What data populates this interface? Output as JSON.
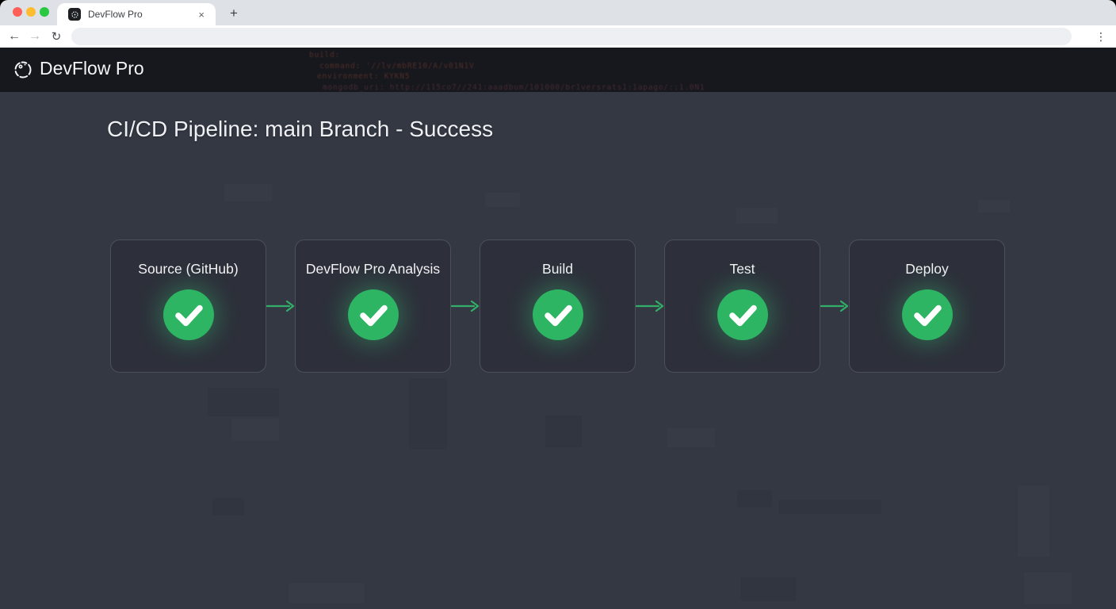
{
  "browser": {
    "tab_title": "DevFlow Pro",
    "close_tab_glyph": "×",
    "new_tab_glyph": "+",
    "back_glyph": "←",
    "forward_glyph": "→",
    "reload_glyph": "↻",
    "menu_glyph": "⋮",
    "address_value": ""
  },
  "header": {
    "app_name": "DevFlow Pro",
    "ghost_lines": [
      "build:",
      "command: '//lv/mbRE10/A/v01N1V",
      "environment: KYKN5",
      "mongodb_uri: http://115co7//241:aaadbum/101000/br1versrats1:1apago/::1.0N1"
    ]
  },
  "main": {
    "title": "CI/CD Pipeline: main Branch - Success",
    "stages": [
      {
        "label": "Source (GitHub)",
        "status": "success"
      },
      {
        "label": "DevFlow Pro Analysis",
        "status": "success"
      },
      {
        "label": "Build",
        "status": "success"
      },
      {
        "label": "Test",
        "status": "success"
      },
      {
        "label": "Deploy",
        "status": "success"
      }
    ]
  },
  "colors": {
    "success_green": "#2db563",
    "arrow_green": "#31ae67",
    "header_bg": "#16181d",
    "content_bg": "#343843",
    "traffic_red": "#ff5f57",
    "traffic_yellow": "#febc2e",
    "traffic_green": "#28c840"
  }
}
